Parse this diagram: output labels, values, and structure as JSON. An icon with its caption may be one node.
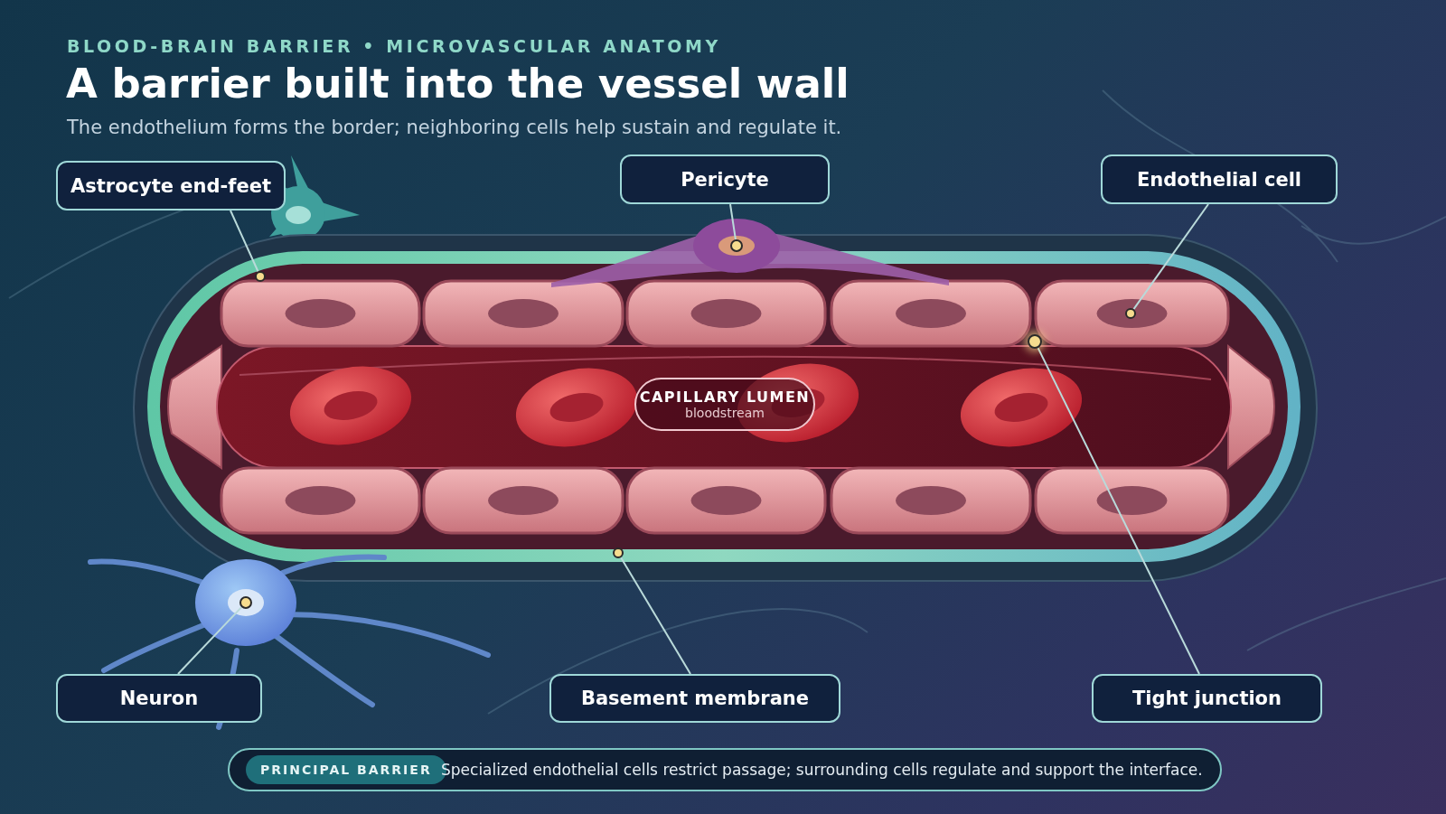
{
  "diagram": {
    "title": "A barrier built into the vessel wall",
    "nodes": [
      {
        "text": [
          "Astrocyte end-feet"
        ]
      },
      {
        "text": [
          "Pericyte"
        ]
      },
      {
        "text": [
          "Endothelial cell"
        ]
      },
      {
        "text": [
          "CAPILLARY LUMEN",
          "bloodstream"
        ]
      },
      {
        "text": [
          "Neuron"
        ]
      },
      {
        "text": [
          "Basement membrane"
        ]
      },
      {
        "text": [
          "Tight junction"
        ]
      },
      {
        "text": [],
        "shape": "circle"
      },
      {
        "text": [],
        "shape": "circle"
      },
      {
        "text": [],
        "shape": "circle"
      },
      {
        "text": [],
        "shape": "circle"
      },
      {
        "text": [],
        "shape": "circle"
      },
      {
        "text": [],
        "shape": "circle"
      }
    ],
    "edges": [
      {
        "from": 0,
        "to": 7,
        "arrow": "none"
      },
      {
        "from": 1,
        "to": 8,
        "arrow": "none"
      },
      {
        "from": 2,
        "to": 9,
        "arrow": "none"
      },
      {
        "from": 4,
        "to": 11,
        "arrow": "none"
      },
      {
        "from": 5,
        "to": 12,
        "arrow": "none"
      },
      {
        "from": 6,
        "to": 10,
        "arrow": "none"
      }
    ],
    "labels": [
      "BLOOD-BRAIN BARRIER • MICROVASCULAR ANATOMY",
      "The endothelium forms the border; neighboring cells help sustain and regulate it.",
      "PRINCIPAL BARRIER",
      "Specialized endothelial cells restrict passage; surrounding cells regulate and support the interface."
    ]
  }
}
